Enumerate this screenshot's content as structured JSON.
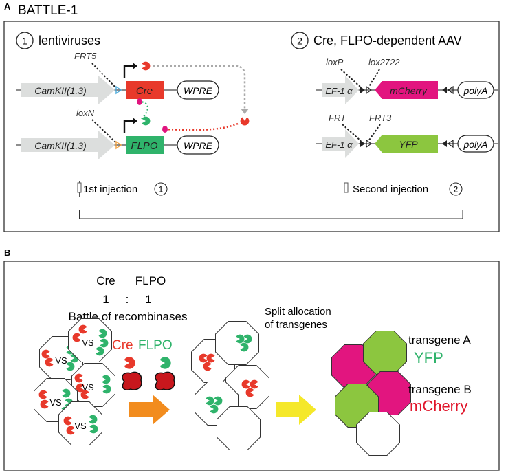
{
  "colors": {
    "cre": "#e8392b",
    "flpo": "#2fb36b",
    "mcherry": "#e2157f",
    "yfp": "#8cc63f",
    "promoter": "#dcdedd",
    "arrow_orange": "#f28c1e",
    "arrow_yellow": "#f5e82a",
    "loxN_dot": "#e0157f",
    "frt5_tri": "#4aa8d8",
    "loxn_tri": "#f0a040"
  },
  "panel_a": {
    "letter": "A",
    "title": "BATTLE-1",
    "step1": {
      "number": "1",
      "title": "lentiviruses"
    },
    "step2": {
      "number": "2",
      "title": "Cre, FLPO-dependent AAV"
    },
    "construct1": {
      "site": "FRT5",
      "promoter": "CamKII(1.3)",
      "gene": "Cre",
      "wpre": "WPRE"
    },
    "construct2": {
      "site": "loxN",
      "promoter": "CamKII(1.3)",
      "gene": "FLPO",
      "wpre": "WPRE"
    },
    "construct3": {
      "site1": "loxP",
      "site2": "lox2722",
      "promoter": "EF-1 α",
      "gene": "mCherry",
      "polya": "polyA"
    },
    "construct4": {
      "site1": "FRT",
      "site2": "FRT3",
      "promoter": "EF-1 α",
      "gene": "YFP",
      "polya": "polyA"
    },
    "injection1": {
      "label": "1st injection",
      "number": "1"
    },
    "injection2": {
      "label": "Second injection",
      "number": "2"
    }
  },
  "panel_b": {
    "letter": "B",
    "ratio": {
      "left": "Cre",
      "right": "FLPO",
      "left_val": "1",
      "sep": ":",
      "right_val": "1"
    },
    "battle_label": "Battle of recombinases",
    "vs": "VS",
    "legend_cre": "Cre",
    "legend_flpo": "FLPO",
    "split_line1": "Split allocation",
    "split_line2": "of transgenes",
    "transgene_a": "transgene A",
    "transgene_a_fp": "YFP",
    "transgene_b": "transgene B",
    "transgene_b_fp": "mCherry"
  }
}
